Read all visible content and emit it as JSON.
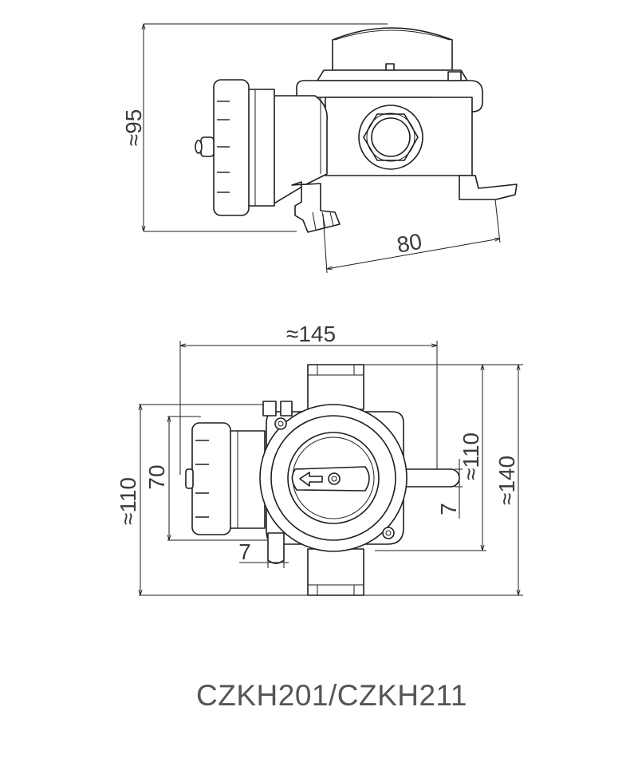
{
  "title": "CZKH201/CZKH211",
  "side_view": {
    "height_label": "≈95",
    "depth_label": "80"
  },
  "plan_view": {
    "width_label": "≈145",
    "left_height_label": "≈110",
    "plug_height_label": "70",
    "right_inner_height_label": "≈110",
    "right_outer_height_label": "≈140",
    "bottom_tab_label": "7",
    "right_tab_label": "7"
  },
  "colors": {
    "stroke": "#1e1e1e",
    "text": "#3a3a3a",
    "title": "#555555",
    "background": "#ffffff"
  }
}
